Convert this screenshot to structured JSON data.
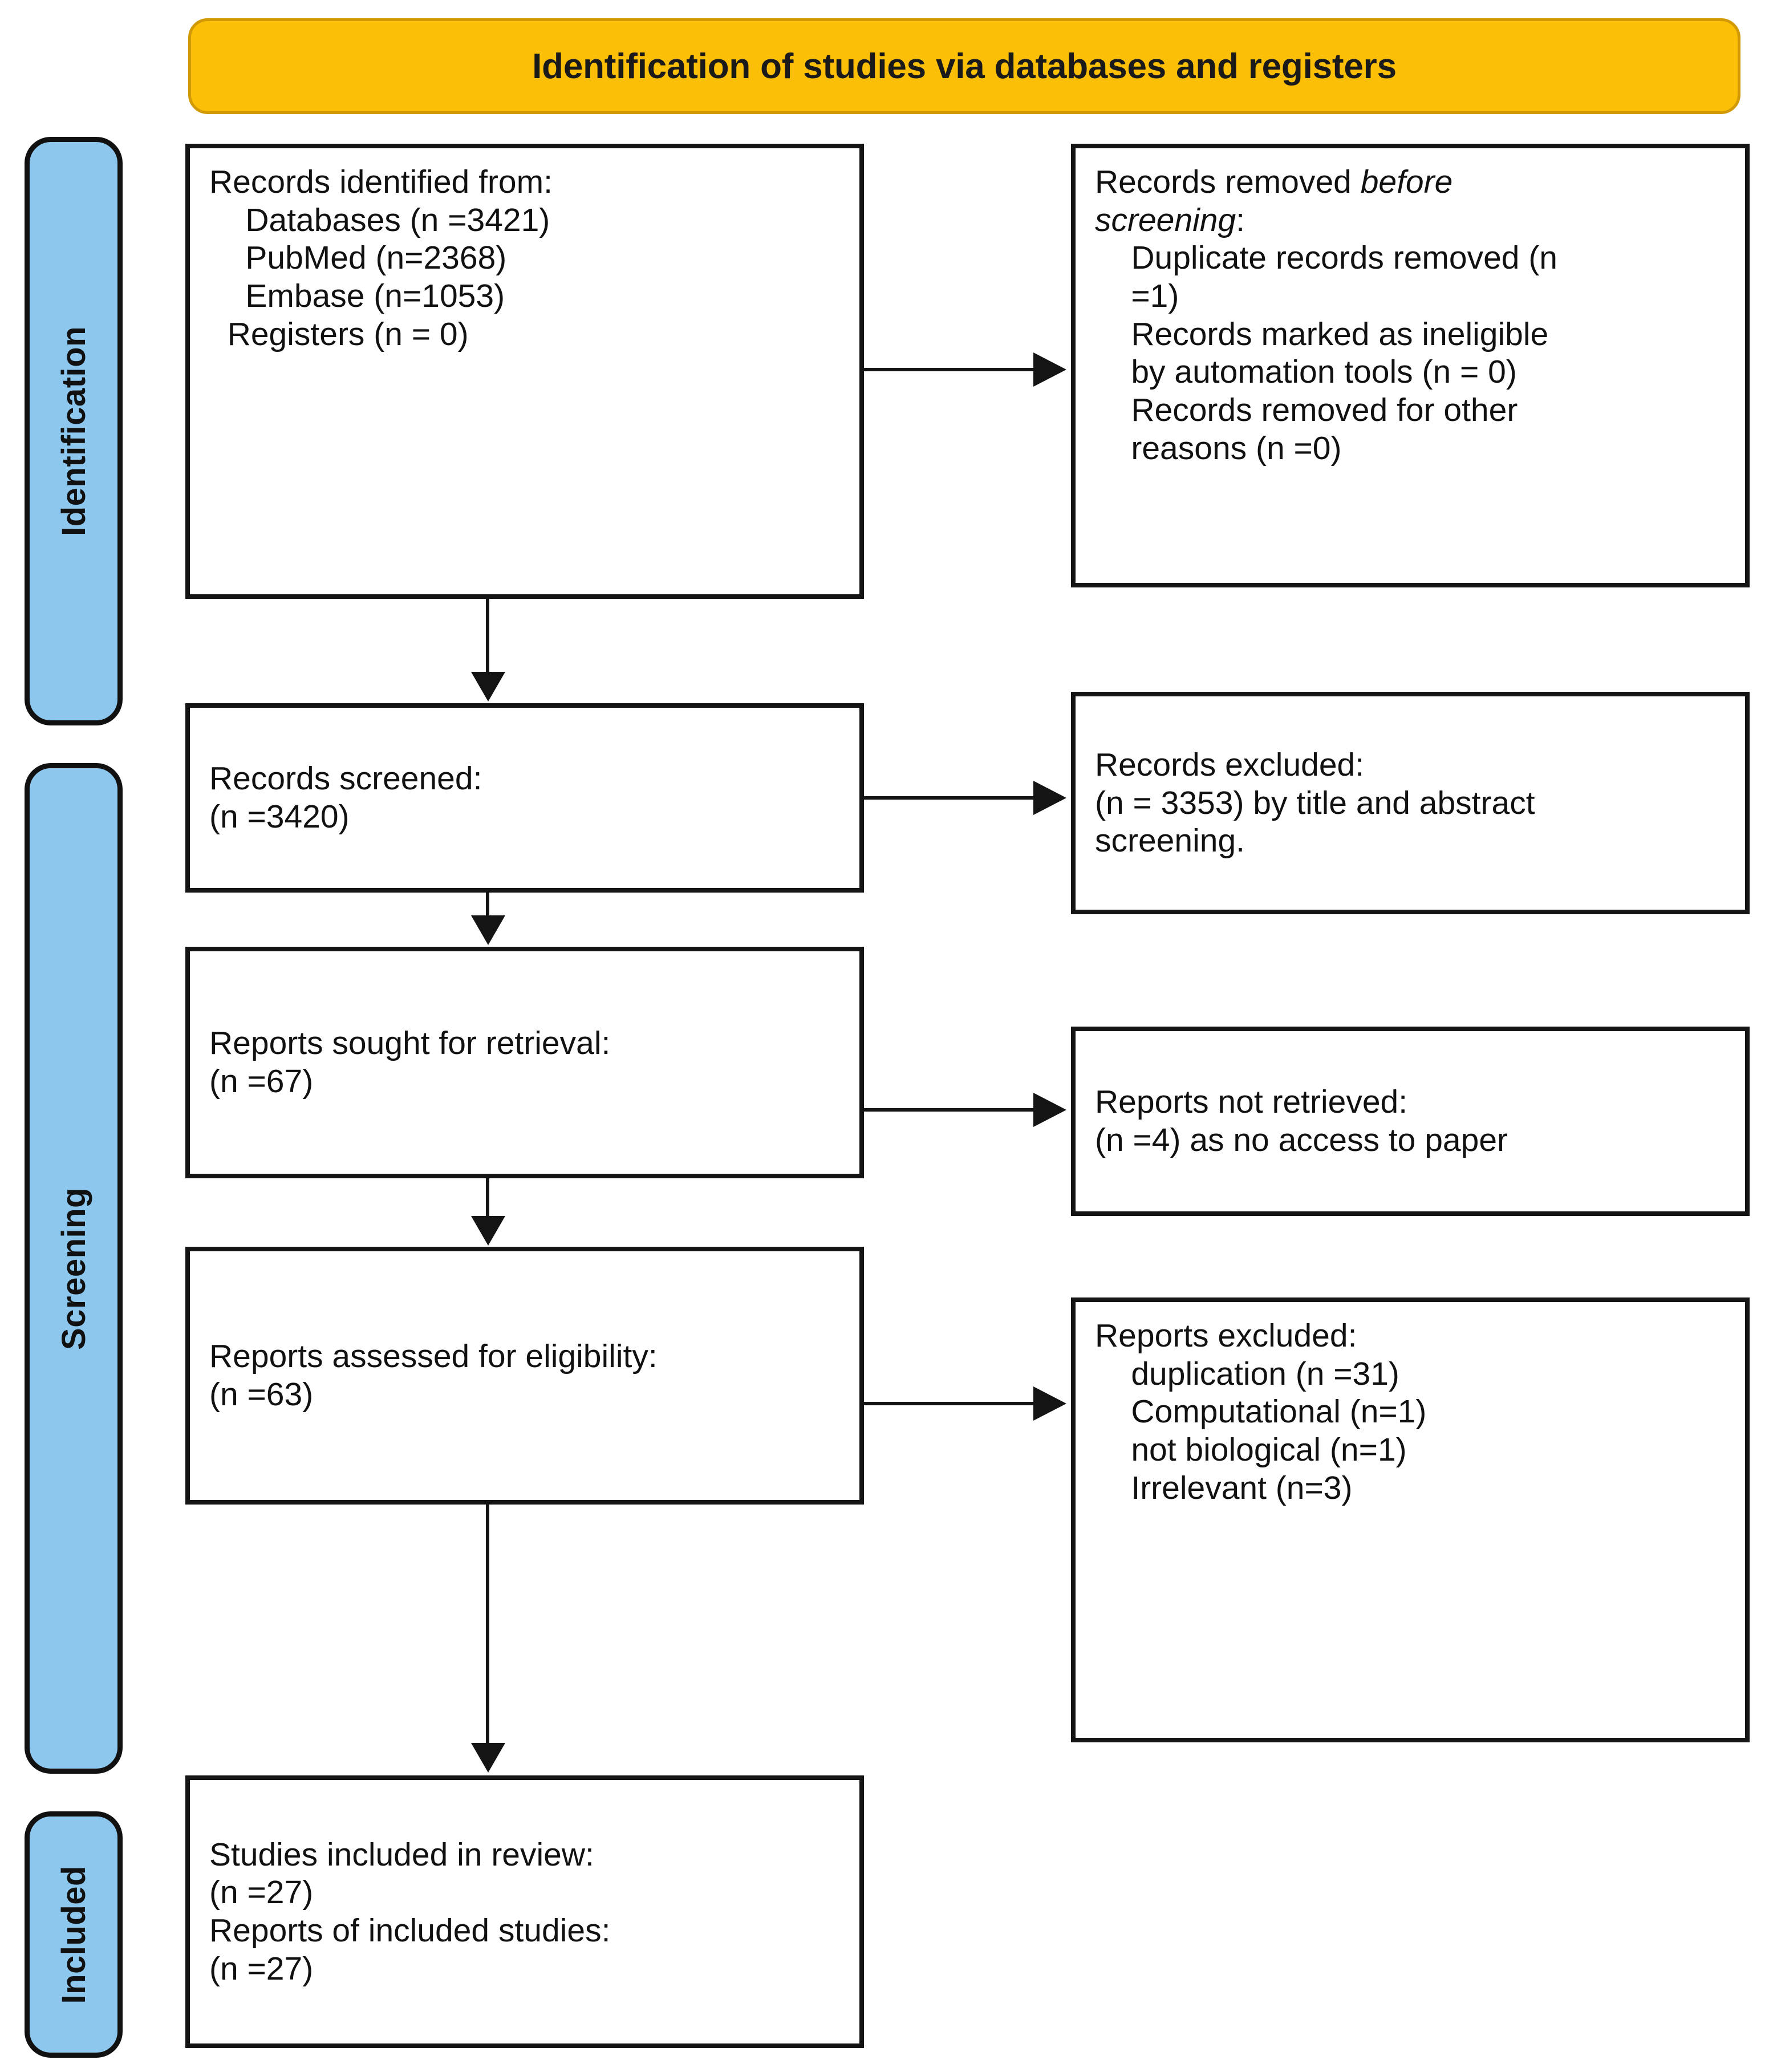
{
  "diagram": {
    "type": "PRISMA 2020 flow diagram",
    "banner_title": "Identification of studies via databases and registers",
    "colors": {
      "banner_fill": "#FBBF07",
      "banner_border": "#D19A04",
      "stage_fill": "#8DC7EE",
      "stage_border": "#111111",
      "box_border": "#141414",
      "box_fill": "#FFFFFF",
      "connector": "#141414"
    }
  },
  "stages": [
    {
      "id": "identification",
      "label": "Identification"
    },
    {
      "id": "screening",
      "label": "Screening"
    },
    {
      "id": "included",
      "label": "Included"
    }
  ],
  "boxes": {
    "identified": {
      "name": "Records identified from",
      "text": "Records identified from:\n    Databases (n =3421)\n    PubMed (n=2368)\n    Embase (n=1053)\n  Registers (n = 0)"
    },
    "removed_before_screening": {
      "name": "Records removed before screening",
      "line1_plain": "Records removed ",
      "line1_italic": "before",
      "line2_italic": "screening",
      "line2_plain": ":",
      "rest": "\n    Duplicate records removed (n\n    =1)\n    Records marked as ineligible\n    by automation tools (n = 0)\n    Records removed for other\n    reasons (n =0)"
    },
    "screened": {
      "name": "Records screened",
      "text": "Records screened:\n(n =3420)"
    },
    "excluded_records": {
      "name": "Records excluded",
      "text": "Records excluded:\n(n = 3353) by title and abstract\nscreening."
    },
    "sought": {
      "name": "Reports sought for retrieval",
      "text": "Reports sought for retrieval:\n(n =67)"
    },
    "not_retrieved": {
      "name": "Reports not retrieved",
      "text": "Reports not retrieved:\n(n =4) as no access to paper"
    },
    "assessed": {
      "name": "Reports assessed for eligibility",
      "text": "Reports assessed for eligibility:\n(n =63)"
    },
    "excluded_reports": {
      "name": "Reports excluded",
      "text": "Reports excluded:\n    duplication (n =31)\n    Computational (n=1)\n    not biological (n=1)\n    Irrelevant (n=3)"
    },
    "included": {
      "name": "Studies included in review",
      "text": "Studies included in review:\n(n =27)\nReports of included studies:\n(n =27)"
    }
  },
  "counts": {
    "databases_total": 3421,
    "pubmed": 2368,
    "embase": 1053,
    "registers": 0,
    "duplicates_removed": 1,
    "ineligible_automation": 0,
    "removed_other": 0,
    "screened": 3420,
    "excluded_title_abstract": 3353,
    "sought_for_retrieval": 67,
    "not_retrieved": 4,
    "assessed_eligibility": 63,
    "excluded_duplication": 31,
    "excluded_computational": 1,
    "excluded_not_biological": 1,
    "excluded_irrelevant": 3,
    "studies_included": 27,
    "reports_included": 27
  }
}
